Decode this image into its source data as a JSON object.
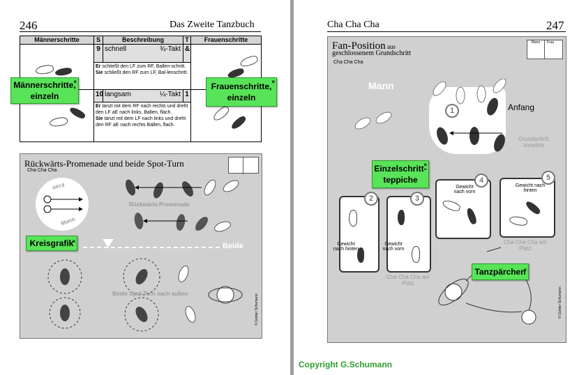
{
  "left_page": {
    "number": "246",
    "book_title": "Das Zweite Tanzbuch",
    "table": {
      "headers": [
        "Männerschritte",
        "S",
        "Beschreibung",
        "T",
        "Frauenschritte"
      ],
      "rows": [
        {
          "step": "9",
          "tempo": "schnell",
          "timing": "¾-Takt",
          "count": "&",
          "desc_he": "Er",
          "desc_he_text": " schließt den LF zum RF, Ballen-schritt.",
          "desc_she": "Sie",
          "desc_she_text": " schließt den RF zum LF, Bal-lenschritt."
        },
        {
          "step": "10",
          "tempo": "langsam",
          "timing": "¼-Takt",
          "count": "1",
          "desc_he": "Er",
          "desc_he_text": " tanzt mit dem RF nach rechts und dreht den LF aE nach links, Ballen, flach.",
          "desc_she": "Sie",
          "desc_she_text": " tanzt mit dem LF nach links und dreht den RF aE nach rechts Ballen, flach."
        }
      ]
    },
    "diagram": {
      "title": "Rückwärts-Promenade und beide Spot-Turn",
      "dance": "Cha Cha Cha",
      "label_promenade": "Rückwärts-Promenade",
      "label_spot_turn": "Beide Spot-Turn nach außen",
      "label_beide": "Beide",
      "label_frau": "Frau",
      "label_mann": "Mann",
      "copyright_vertical": "© Günter Schumann"
    },
    "tags": {
      "maennerschritte": "Männerschritte, einzeln",
      "frauenschritte": "Frauenschritte, einzeln",
      "kreisgrafik": "Kreisgrafik"
    }
  },
  "right_page": {
    "number": "247",
    "header_title": "Cha Cha Cha",
    "panel": {
      "title": "Fan-Position",
      "title_suffix": " aus",
      "subtitle": "geschlossenem Grundschritt",
      "dance": "Cha Cha Cha",
      "label_mann": "Mann",
      "label_anfang": "Anfang",
      "label_grundschritt": "Grundschritt vorwärts",
      "step1": "1",
      "step2": "2",
      "step3": "3",
      "step4": "4",
      "step5": "5",
      "gewicht_hinten": "Gewicht nach hinten",
      "gewicht_vorn": "Gewicht nach vorn",
      "am_platz": "Cha Cha Cha am Platz",
      "copyright_vertical": "© Günter Schumann",
      "mini_mann": "Mann",
      "mini_frau": "Frau"
    },
    "tags": {
      "einzelschritt": "Einzelschritt-teppiche",
      "tanzpaerchen": "Tanzpärchen"
    }
  },
  "copyright": "Copyright G.Schumann",
  "colors": {
    "tag_green": "#59e359",
    "copyright_green": "#2e9e2e",
    "panel_grey": "#d0d0d0"
  }
}
